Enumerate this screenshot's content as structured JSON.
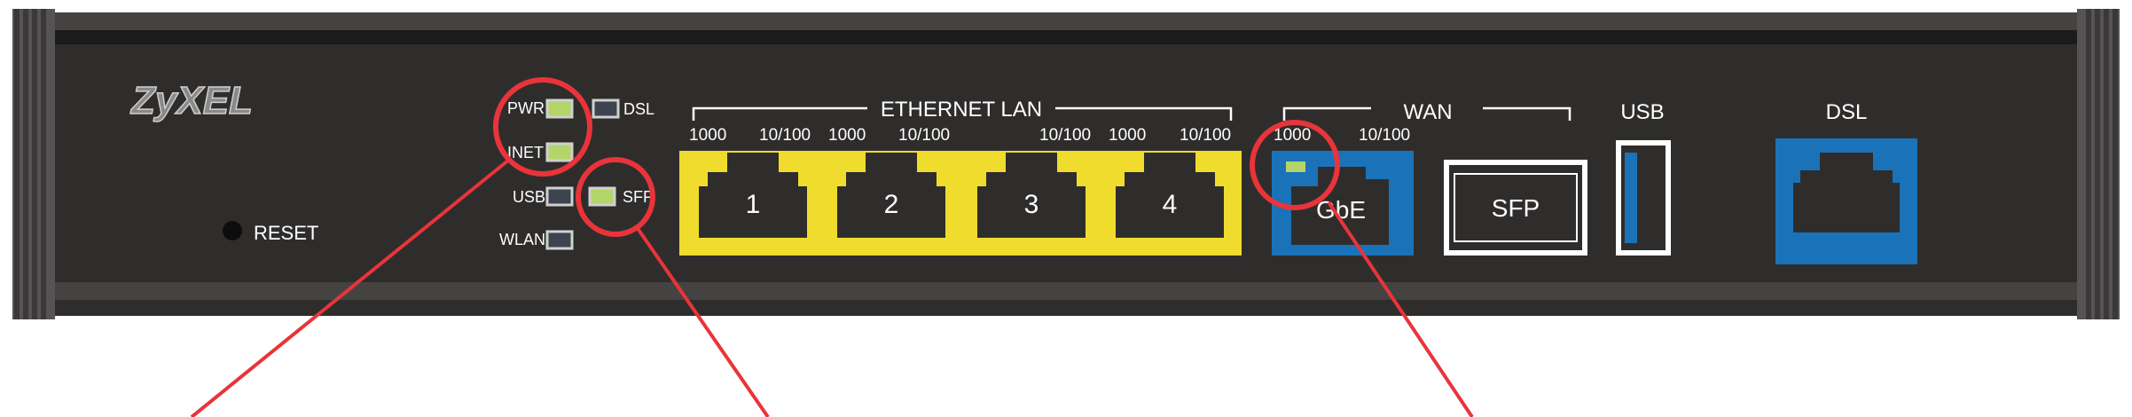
{
  "brand": "ZyXEL",
  "reset_label": "RESET",
  "leds": {
    "pwr": "PWR",
    "inet": "INET",
    "usb": "USB",
    "wlan": "WLAN",
    "dsl": "DSL",
    "sfp": "SFP"
  },
  "ethernet_lan": {
    "title": "ETHERNET LAN",
    "ports": [
      {
        "number": "1",
        "left_speed": "1000",
        "right_speed": "10/100"
      },
      {
        "number": "2",
        "left_speed": "1000",
        "right_speed": "10/100"
      },
      {
        "number": "3",
        "left_speed": "",
        "right_speed": "10/100"
      },
      {
        "number": "4",
        "left_speed": "1000",
        "right_speed": "10/100"
      }
    ]
  },
  "wan": {
    "title": "WAN",
    "left_speed": "1000",
    "right_speed": "10/100",
    "gbe_label": "GbE",
    "sfp_label": "SFP"
  },
  "usb_label": "USB",
  "dsl_label": "DSL",
  "colors": {
    "panel": "#2f2d2c",
    "lan_yellow": "#f0dc2c",
    "port_blue": "#1a72b8",
    "led_green": "#b4d56a",
    "callout_red": "#e8343a"
  }
}
